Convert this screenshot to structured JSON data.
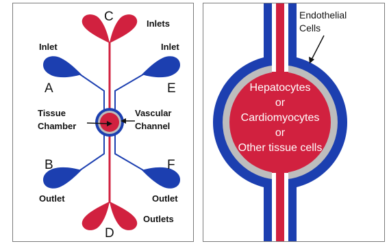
{
  "left": {
    "letter_c": "C",
    "letter_a": "A",
    "letter_e": "E",
    "letter_b": "B",
    "letter_f": "F",
    "letter_d": "D",
    "inlets_top": "Inlets",
    "inlet_left": "Inlet",
    "inlet_right": "Inlet",
    "tissue_line1": "Tissue",
    "tissue_line2": "Chamber",
    "vascular_line1": "Vascular",
    "vascular_line2": "Channel",
    "outlet_left": "Outlet",
    "outlet_right": "Outlet",
    "outlets_bottom": "Outlets"
  },
  "right": {
    "endothelial_line1": "Endothelial",
    "endothelial_line2": "Cells",
    "cell_line1": "Hepatocytes",
    "cell_line2": "or",
    "cell_line3": "Cardiomyocytes",
    "cell_line4": "or",
    "cell_line5": "Other tissue cells"
  },
  "colors": {
    "red": "#d1213f",
    "blue": "#1c3fb0",
    "gray": "#bdbdbd",
    "border": "#7a7a7a"
  }
}
